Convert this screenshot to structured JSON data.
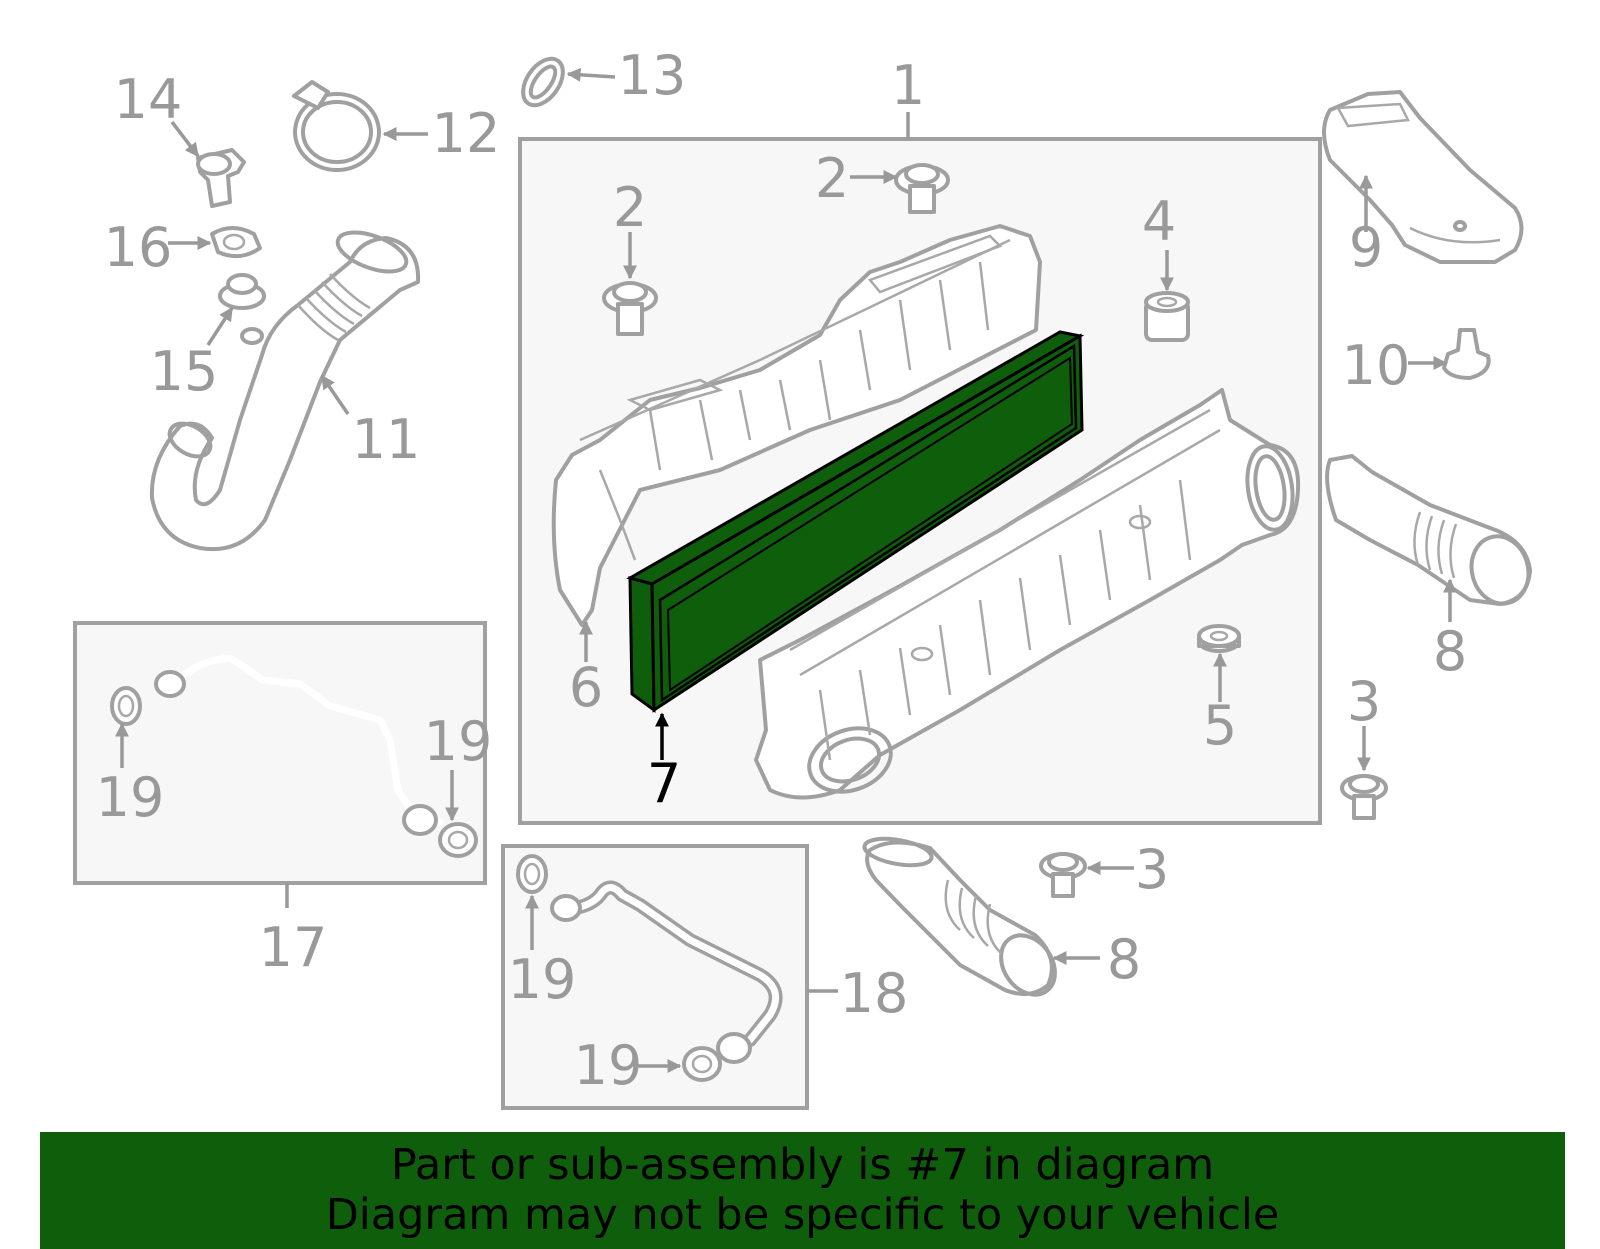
{
  "highlight_color": "#0f5e0b",
  "highlighted_part": "7",
  "callouts": {
    "c1": "1",
    "c2a": "2",
    "c2b": "2",
    "c3a": "3",
    "c3b": "3",
    "c4": "4",
    "c5": "5",
    "c6": "6",
    "c7": "7",
    "c8a": "8",
    "c8b": "8",
    "c9": "9",
    "c10": "10",
    "c11": "11",
    "c12": "12",
    "c13": "13",
    "c14": "14",
    "c15": "15",
    "c16": "16",
    "c17": "17",
    "c18": "18",
    "c19a": "19",
    "c19b": "19",
    "c19c": "19",
    "c19d": "19"
  },
  "footer": {
    "line1": "Part or sub-assembly is #7 in diagram",
    "line2": "Diagram may not be specific to your vehicle"
  }
}
